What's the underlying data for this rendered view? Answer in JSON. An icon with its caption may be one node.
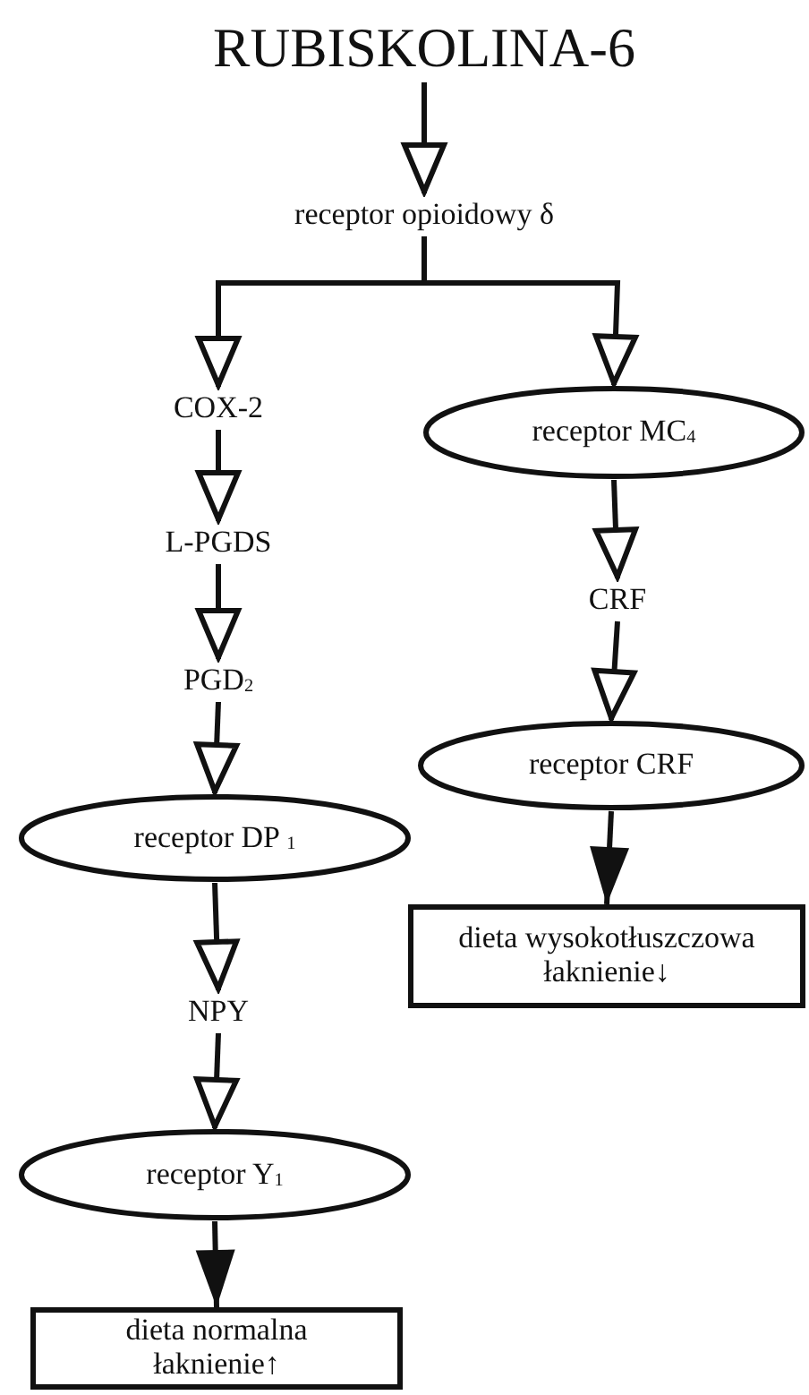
{
  "diagram": {
    "nodes": [
      {
        "text": [
          "RUBISKOLINA-6"
        ]
      },
      {
        "text": [
          "receptor opioidowy δ"
        ]
      },
      {
        "text": [
          "COX-2"
        ]
      },
      {
        "text": [
          "receptor MC$_{4}$"
        ]
      },
      {
        "text": [
          "L-PGDS"
        ]
      },
      {
        "text": [
          "CRF"
        ]
      },
      {
        "text": [
          "PGD$_{2}$"
        ]
      },
      {
        "text": [
          "receptor CRF"
        ]
      },
      {
        "text": [
          "receptor DP $_{1}$"
        ]
      },
      {
        "text": [
          "dieta wysokotłuszczowa",
          "łaknienie**↓**"
        ]
      },
      {
        "text": [
          "NPY"
        ]
      },
      {
        "text": [
          "receptor Y$_{1}$"
        ]
      },
      {
        "text": [
          "dieta normalna",
          "łaknienie**↑**"
        ]
      }
    ],
    "edges": [
      {
        "from": 0,
        "to": 1,
        "arrow": "to"
      },
      {
        "from": 1,
        "to": 2,
        "arrow": "to"
      },
      {
        "from": 1,
        "to": 3,
        "arrow": "to"
      },
      {
        "from": 2,
        "to": 4,
        "arrow": "to"
      },
      {
        "from": 3,
        "to": 5,
        "arrow": "to"
      },
      {
        "from": 4,
        "to": 6,
        "arrow": "to"
      },
      {
        "from": 5,
        "to": 7,
        "arrow": "to"
      },
      {
        "from": 6,
        "to": 8,
        "arrow": "to"
      },
      {
        "from": 7,
        "to": 9,
        "arrow": "to"
      },
      {
        "from": 8,
        "to": 10,
        "arrow": "to"
      },
      {
        "from": 10,
        "to": 11,
        "arrow": "to"
      },
      {
        "from": 11,
        "to": 12,
        "arrow": "to"
      }
    ]
  }
}
